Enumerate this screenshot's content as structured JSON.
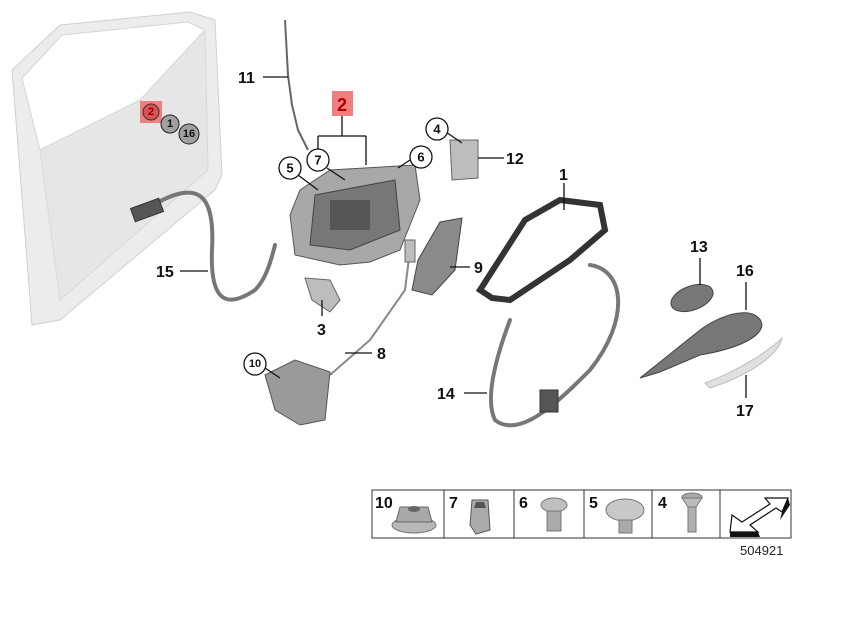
{
  "callouts": {
    "c1": "1",
    "c2": "2",
    "c3": "3",
    "c4": "4",
    "c5": "5",
    "c6": "6",
    "c7": "7",
    "c8": "8",
    "c9": "9",
    "c10": "10",
    "c11": "11",
    "c12": "12",
    "c13": "13",
    "c14": "14",
    "c15": "15",
    "c16": "16",
    "c17": "17"
  },
  "door_markers": {
    "m2": "2",
    "m1": "1",
    "m16": "16"
  },
  "hardware_table": [
    {
      "number": "10",
      "part": "hex-flange-nut"
    },
    {
      "number": "7",
      "part": "expanding-nut"
    },
    {
      "number": "6",
      "part": "torx-screw"
    },
    {
      "number": "5",
      "part": "torx-collar-screw"
    },
    {
      "number": "4",
      "part": "countersunk-screw"
    },
    {
      "number": "",
      "part": "direction-arrow"
    }
  ],
  "diagram_id": "504921",
  "colors": {
    "highlight": "#f08080",
    "highlight_text": "#b00000",
    "marker_gray": "#a0a0a0"
  }
}
